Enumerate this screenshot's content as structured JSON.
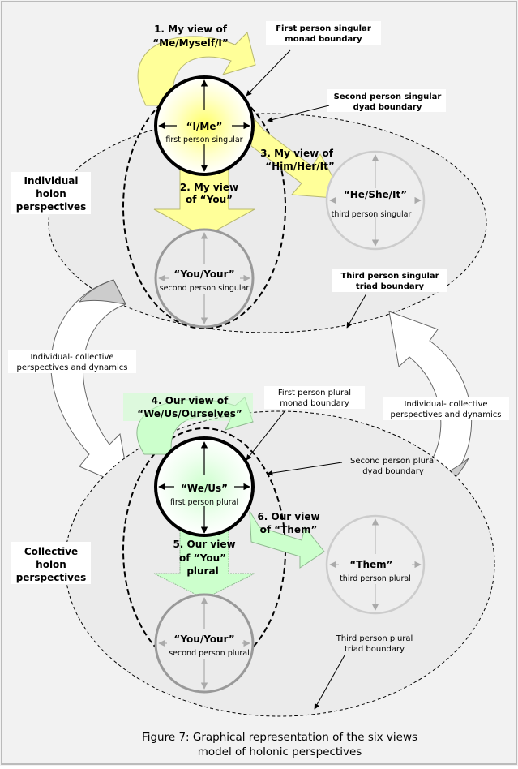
{
  "individual": {
    "view1": [
      "1. My view of",
      "“Me/Myself/I”"
    ],
    "view2": [
      "2. My view",
      "of “You”"
    ],
    "view3": [
      "3. My view of",
      "“Him/Her/It”"
    ],
    "first_person": {
      "title": "“I/Me”",
      "subtitle": "first person singular"
    },
    "second_person": {
      "title": "“You/Your”",
      "subtitle": "second person singular"
    },
    "third_person": {
      "title": "“He/She/It”",
      "subtitle": "third person singular"
    },
    "monad_label": [
      "First person singular",
      "monad boundary"
    ],
    "dyad_label": [
      "Second person singular",
      "dyad boundary"
    ],
    "triad_label": [
      "Third person singular",
      "triad boundary"
    ],
    "holon_label": [
      "Individual",
      "holon",
      "perspectives"
    ]
  },
  "collective": {
    "view4": [
      "4. Our view of",
      "“We/Us/Ourselves”"
    ],
    "view5": [
      "5. Our view",
      "of “You”",
      "plural"
    ],
    "view6": [
      "6. Our view",
      "of “Them”"
    ],
    "first_person": {
      "title": "“We/Us”",
      "subtitle": "first person plural"
    },
    "second_person": {
      "title": "“You/Your”",
      "subtitle": "second person plural"
    },
    "third_person": {
      "title": "“Them”",
      "subtitle": "third person plural"
    },
    "monad_label": [
      "First person plural",
      "monad boundary"
    ],
    "dyad_label": [
      "Second person plural",
      "dyad boundary"
    ],
    "triad_label": [
      "Third person plural",
      "triad boundary"
    ],
    "holon_label": [
      "Collective",
      "holon",
      "perspectives"
    ]
  },
  "dynamics_left": [
    "Individual- collective",
    "perspectives and dynamics"
  ],
  "dynamics_right": [
    "Individual- collective",
    "perspectives and dynamics"
  ],
  "caption": [
    "Figure 7: Graphical representation of the six views",
    "model of holonic perspectives"
  ],
  "colors": {
    "individual_arrow": "#ffff99",
    "collective_arrow": "#ccffcc",
    "circle_gray": "#999999",
    "background": "#f2f2f2"
  }
}
